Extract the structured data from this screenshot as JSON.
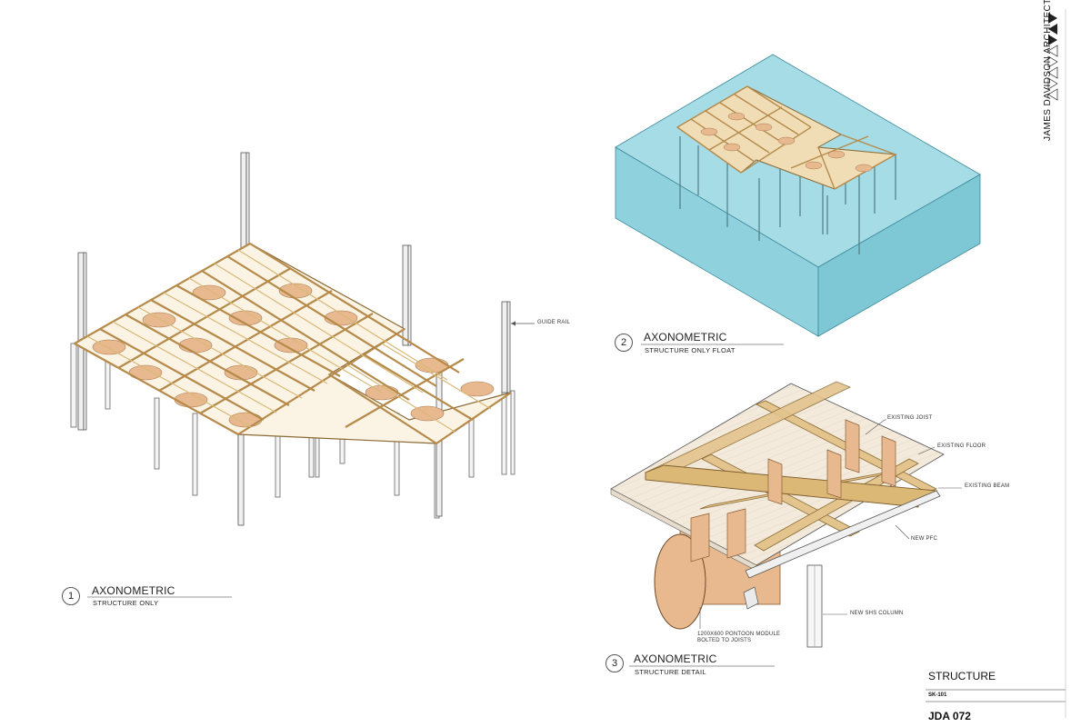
{
  "firm": {
    "name": "JAMES DAVIDSON ARCHITECT"
  },
  "views": [
    {
      "number": "1",
      "title": "AXONOMETRIC",
      "subtitle": "STRUCTURE ONLY"
    },
    {
      "number": "2",
      "title": "AXONOMETRIC",
      "subtitle": "STRUCTURE ONLY FLOAT"
    },
    {
      "number": "3",
      "title": "AXONOMETRIC",
      "subtitle": "STRUCTURE DETAIL"
    }
  ],
  "annotations": {
    "guide_rail": "GUIDE RAIL",
    "existing_joist": "EXISTING JOIST",
    "existing_floor": "EXISTING FLOOR",
    "existing_beam": "EXISTING BEAM",
    "new_pfc": "NEW PFC",
    "new_shs_column": "NEW SHS COLUMN",
    "pontoon_line1": "1200X600 PONTOON MODULE",
    "pontoon_line2": "BOLTED TO JOISTS"
  },
  "title_block": {
    "title": "STRUCTURE",
    "sheet": "SK-101",
    "job": "JDA 072"
  },
  "colors": {
    "timber": "#e3c48d",
    "timber_dark": "#c9a263",
    "pontoon": "#e8b98f",
    "water": "#8fd1dd",
    "steel": "#f2f2f2",
    "floor": "#f3eadb"
  }
}
